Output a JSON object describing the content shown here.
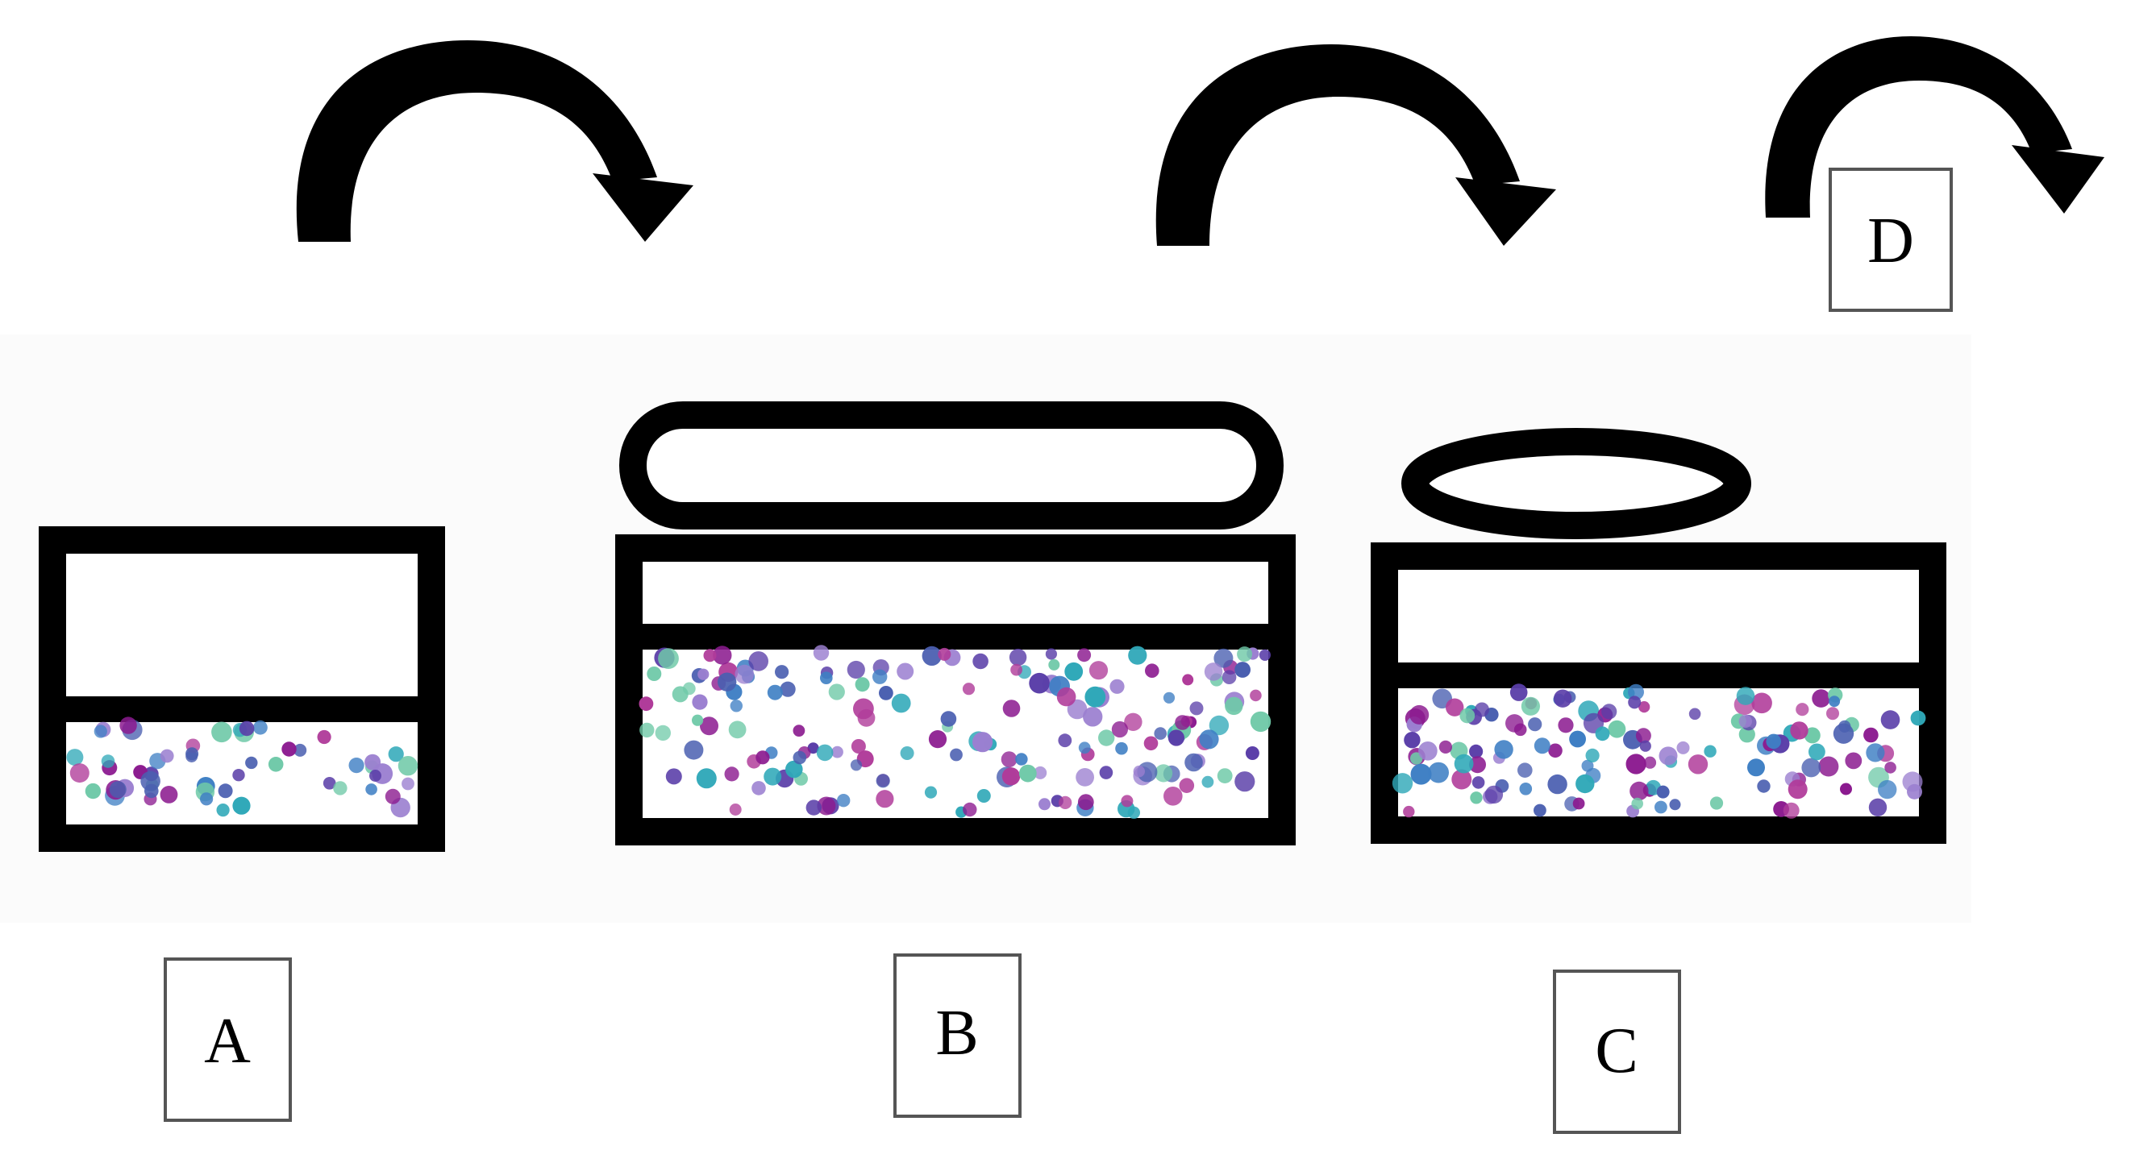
{
  "labels": {
    "a": "A",
    "b": "B",
    "c": "C",
    "d": "D"
  },
  "colors": {
    "outline": "#000000",
    "background_band": "#fbfbfb",
    "particles": [
      "#8b1a8f",
      "#5a3ea8",
      "#3f7fc4",
      "#2fa8b8",
      "#6fc9a8",
      "#9b7fd0",
      "#b03c9a",
      "#4a5fb0"
    ]
  },
  "icons": [
    "curved-arrow-icon"
  ]
}
